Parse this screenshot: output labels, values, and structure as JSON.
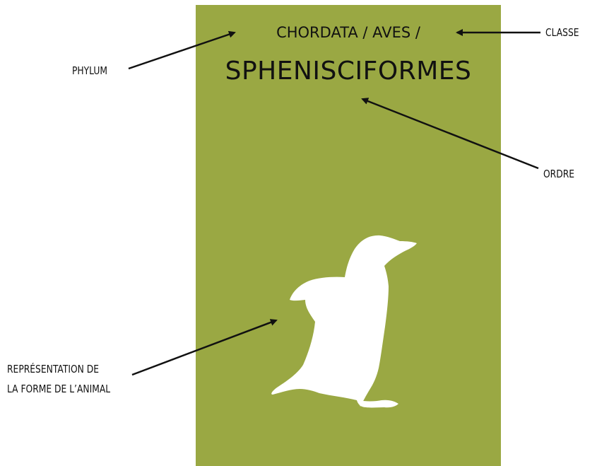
{
  "card": {
    "taxonomy_line": "CHORDATA / AVES /",
    "order_name": "SPHENISCIFORMES",
    "background_color": "#9aa843",
    "silhouette": "penguin-silhouette"
  },
  "annotations": {
    "phylum": "PHYLUM",
    "classe": "CLASSE",
    "ordre": "ORDRE",
    "shape_line1": "REPRÉSENTATION DE",
    "shape_line2": "LA FORME DE L’ANIMAL"
  }
}
